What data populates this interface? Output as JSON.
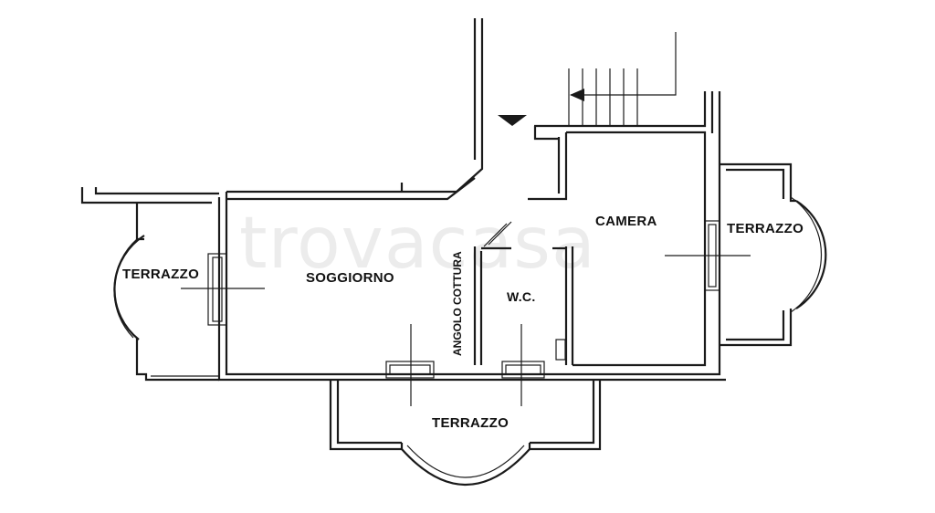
{
  "rooms": {
    "soggiorno": "SOGGIORNO",
    "camera": "CAMERA",
    "wc": "W.C.",
    "angolo_cottura": "ANGOLO COTTURA",
    "terrazzo_left": "TERRAZZO",
    "terrazzo_right": "TERRAZZO",
    "terrazzo_bottom": "TERRAZZO"
  },
  "watermark": "trovacasa",
  "colors": {
    "line": "#1a1a1a",
    "background": "#ffffff"
  }
}
